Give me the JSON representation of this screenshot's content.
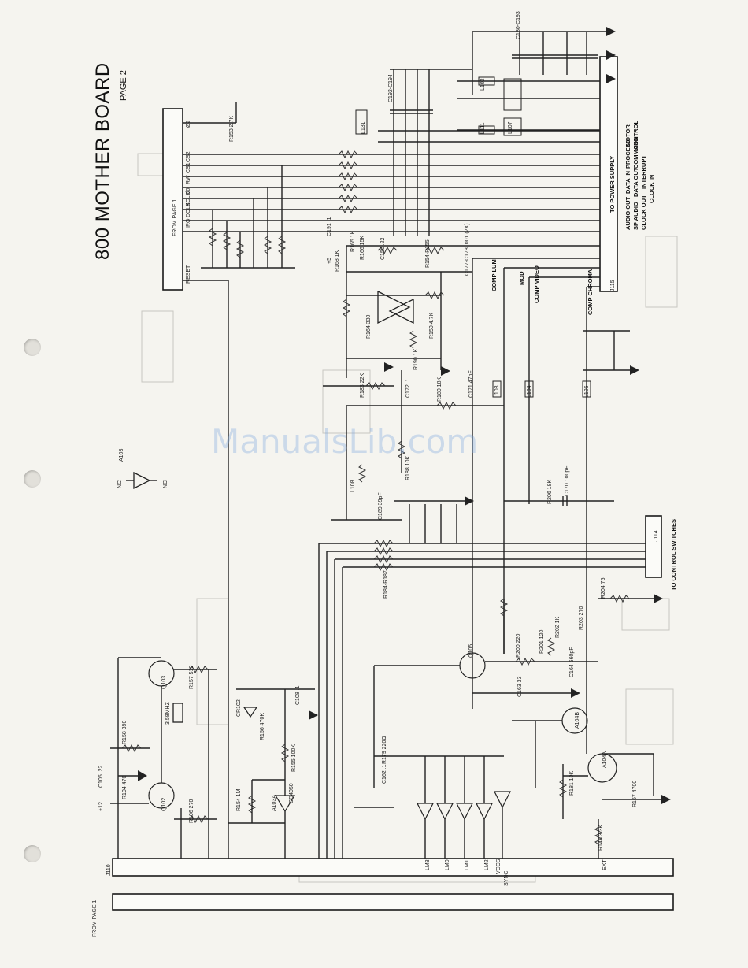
{
  "title": "800 MOTHER BOARD",
  "subtitle": "PAGE 2",
  "watermark": "ManualsLib.com",
  "connectors": {
    "from_page1_top": "FROM PAGE 1",
    "from_page1_bottom": "FROM PAGE 1",
    "j115": "J115",
    "j115_caption": "TO POWER SUPPLY",
    "j114": "J114",
    "j114_caption": "TO CONTROL SWITCHES",
    "j110": "J110",
    "j115_pins": [
      "AUDIO OUT",
      "SP AUDIO",
      "CLOCK OUT",
      "CLOCK IN",
      "DATA IN",
      "DATA OUT",
      "INTERRUPT",
      "PROCEED",
      "COMMAND",
      "MOTOR",
      "CONTROL",
      "COMP CHROMA"
    ]
  },
  "signals_left": [
    "Ø2",
    "CS2",
    "CS1",
    "RW",
    "Ø0",
    "BCLK",
    "DCLK",
    "IRQ",
    "RESET"
  ],
  "labels": {
    "a103": "A103",
    "nc1": "NC",
    "nc2": "NC",
    "comp_lum": "COMP LUM",
    "mod": "MOD",
    "comp_video": "COMP VIDEO",
    "comp_chroma": "COMP CHROMA",
    "plus5": "+5",
    "plus12": "+12",
    "cd4050": "CD4050",
    "a103a": "A103A",
    "q102": "Q102",
    "q103": "Q103",
    "q105": "Q105",
    "q104a": "A104A",
    "a104b": "A104B",
    "l131": "L131",
    "l131b": "L131",
    "l102": "L102",
    "l103": "L103",
    "l104": "L104",
    "l105": "L105",
    "l111": "L111",
    "l107": "L107",
    "l108": "L108",
    "xtal": "3.58MHZ",
    "sync": "SYNC",
    "ext": "EXT",
    "vsync": "VCCS",
    "lm3": "LM3",
    "lm0": "LM0",
    "lm1": "LM1",
    "lm2": "LM2"
  },
  "components": {
    "r153": "R153 2.7K",
    "r168": "R168 1K",
    "r165": "R165 1K",
    "r166": "R166 15K",
    "c191": "C191 .1",
    "c150": "C150 .22",
    "c177": "C177-C178 .001 (2X)",
    "r150": "R150 4.7K",
    "r154": "R154-R155",
    "r164": "R164 330",
    "r206": "R206 18K",
    "c170": "C170 100pF",
    "r204": "R204 75",
    "r202": "R202 1K",
    "r203": "R203 270",
    "r200": "R200 220",
    "c164": "C164 560pF",
    "c163": "C163 33",
    "r201": "R201 120",
    "r179": "R179 220Ω",
    "c162": "C162 .1",
    "r167": "R167 4700",
    "r181": "R181 10K",
    "r146": "R146 3.3K",
    "r158": "R158 390",
    "r157": "R157 510",
    "r156": "R156 470K",
    "r155": "R155 100K",
    "r154b": "R154 1M",
    "r104": "R104 470",
    "r106": "R106 270",
    "c108": "C108 .1",
    "c105": "C105 .22",
    "cr102": "CR102",
    "c192": "C192-C194",
    "c180": "C180-C193",
    "r184": "R184-R187",
    "c189": "C189 39pF",
    "c171": "C171 47pF",
    "r180": "R180 18K",
    "r183": "R183 22K",
    "r188": "R188 10K",
    "c172": "C172 .1",
    "r190": "R190 1K"
  },
  "colors": {
    "ink": "#1a1a1a",
    "paper": "#f5f4ef",
    "watermark": "#7fa8e0"
  }
}
